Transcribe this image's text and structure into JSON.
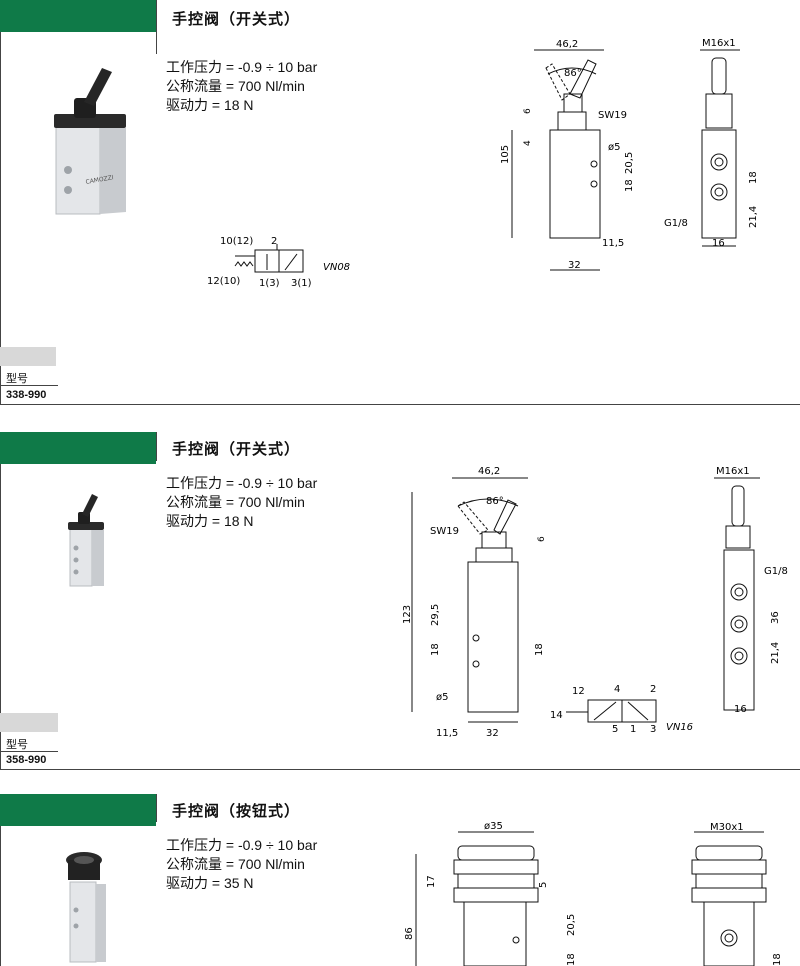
{
  "sections": [
    {
      "title": "手控阀（开关式）",
      "specs": [
        "工作压力 = -0.9 ÷ 10 bar",
        "公称流量 = 700 Nl/min",
        "驱动力 = 18 N"
      ],
      "model_label": "型号",
      "model_code": "338-990",
      "symbol_code": "VN08",
      "symbol_ports": [
        "10(12)",
        "2",
        "12(10)",
        "1(3)",
        "3(1)"
      ],
      "product_print": "CAMOZZI",
      "dims_front": [
        "46,2",
        "86°",
        "6",
        "4",
        "105",
        "SW19",
        "ø5",
        "20,5",
        "18",
        "11,5",
        "32"
      ],
      "dims_side": [
        "M16x1",
        "18",
        "21,4",
        "G1/8",
        "16"
      ]
    },
    {
      "title": "手控阀（开关式）",
      "specs": [
        "工作压力 = -0.9 ÷ 10 bar",
        "公称流量 = 700 Nl/min",
        "驱动力 = 18 N"
      ],
      "model_label": "型号",
      "model_code": "358-990",
      "symbol_code": "VN16",
      "symbol_ports": [
        "12",
        "14",
        "4",
        "2",
        "5",
        "1",
        "3"
      ],
      "dims_front": [
        "46,2",
        "86°",
        "SW19",
        "6",
        "123",
        "29,5",
        "18",
        "18",
        "ø5",
        "11,5",
        "32"
      ],
      "dims_side": [
        "M16x1",
        "G1/8",
        "36",
        "21,4",
        "16"
      ]
    },
    {
      "title": "手控阀（按钮式）",
      "specs": [
        "工作压力 = -0.9 ÷ 10 bar",
        "公称流量 = 700 Nl/min",
        "驱动力 = 35 N"
      ],
      "dims_front": [
        "ø35",
        "17",
        "5",
        "86",
        "20,5",
        "18"
      ],
      "dims_side": [
        "M30x1",
        "18"
      ]
    }
  ]
}
